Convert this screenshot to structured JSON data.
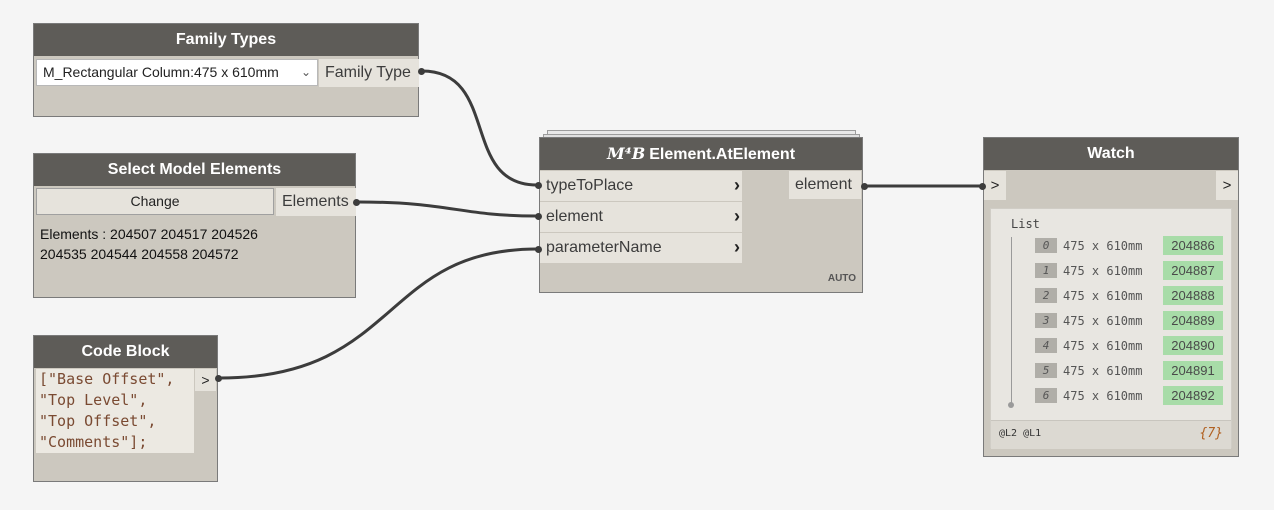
{
  "family_types": {
    "title": "Family Types",
    "selected": "M_Rectangular Column:475 x 610mm",
    "output_port": "Family Type"
  },
  "select_model": {
    "title": "Select Model Elements",
    "button_label": "Change",
    "output_port": "Elements",
    "elements_line1": "Elements : 204507 204517 204526",
    "elements_line2": "204535 204544 204558 204572"
  },
  "code_block": {
    "title": "Code Block",
    "lines": [
      "[\"Base Offset\",",
      "\"Top Level\",",
      "\"Top Offset\",",
      "\"Comments\"];"
    ],
    "output_port": ">"
  },
  "at_element": {
    "prefix": "M⁴B",
    "title": "Element.AtElement",
    "inputs": [
      "typeToPlace",
      "element",
      "parameterName"
    ],
    "output_port": "element",
    "lacing": "AUTO"
  },
  "watch": {
    "title": "Watch",
    "input_port": ">",
    "output_port": ">",
    "list_label": "List",
    "items": [
      {
        "index": "0",
        "value": "475 x 610mm",
        "id": "204886"
      },
      {
        "index": "1",
        "value": "475 x 610mm",
        "id": "204887"
      },
      {
        "index": "2",
        "value": "475 x 610mm",
        "id": "204888"
      },
      {
        "index": "3",
        "value": "475 x 610mm",
        "id": "204889"
      },
      {
        "index": "4",
        "value": "475 x 610mm",
        "id": "204890"
      },
      {
        "index": "5",
        "value": "475 x 610mm",
        "id": "204891"
      },
      {
        "index": "6",
        "value": "475 x 610mm",
        "id": "204892"
      }
    ],
    "levels": "@L2 @L1",
    "count": "{7}"
  },
  "colors": {
    "header": "#5e5c58",
    "node_body": "#ccc8bf",
    "port": "#e6e3dc",
    "element_id": "#a8dca8",
    "wire": "#3c3c3c"
  }
}
